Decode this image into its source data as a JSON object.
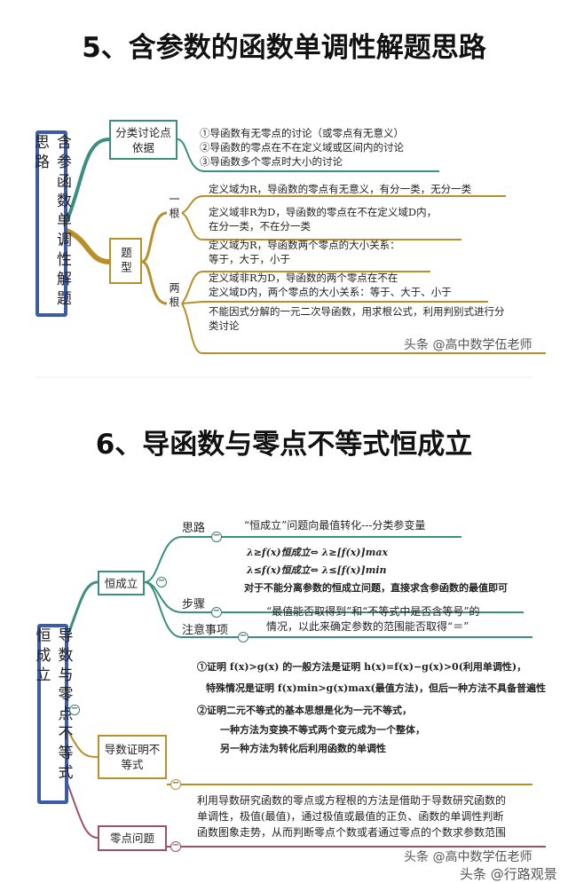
{
  "section1": {
    "title": "5、含参数的函数单调性解题思路",
    "root": "含参函数单调性解题思路",
    "branch_a": {
      "label": "分类讨论点依据",
      "items": [
        "①导函数有无零点的讨论（或零点有无意义）",
        "②导函数的零点在不在定义域或区间内的讨论",
        "③导函数多个零点时大小的讨论"
      ]
    },
    "branch_b": {
      "label": "题型",
      "sub1": "一根",
      "sub2": "两根",
      "items": [
        "定义域为R，导函数的零点有无意义，有分一类，无分一类",
        "定义域非R为D，导函数的零点在不在定义域D内，",
        "在分一类，不在分一类",
        "定义域为R，导函数两个零点的大小关系：",
        "等于，大于，小于",
        "定义域非R为D，导函数的两个零点在不在",
        "定义域D内，两个零点的大小关系：等于、大于、小于",
        "不能因式分解的一元二次导函数，用求根公式，利用判别式进行分",
        "类讨论"
      ]
    },
    "watermark": "头条 @高中数学伍老师"
  },
  "section2": {
    "title": "6、导函数与零点不等式恒成立",
    "root": "导数与零点不等式恒成立",
    "branch_a": {
      "label": "恒成立",
      "sub1": "思路",
      "sub1_text": "“恒成立”问题向最值转化---分类参变量",
      "formula1": "λ≥f(x)恒成立⇔ λ≥[f(x)]max",
      "formula2": "λ≤f(x)恒成立⇔ λ≤[f(x)]min",
      "sub2": "步骤",
      "sub2_text": "对于不能分离参数的恒成立问题，直接求含参函数的最值即可",
      "sub3": "注意事项",
      "sub3_text1": "“最值能否取得到”和“不等式中是否含等号”的",
      "sub3_text2": "情况，以此来确定参数的范围能否取得“＝”"
    },
    "branch_b": {
      "label": "导数证明不等式",
      "items": [
        "①证明 f(x)>g(x) 的一般方法是证明 h(x)=f(x)−g(x)>0(利用单调性)，",
        "特殊情况是证明 f(x)min>g(x)max(最值方法)，但后一种方法不具备普遍性",
        "②证明二元不等式的基本思想是化为一元不等式，",
        "一种方法为变换不等式两个变元成为一个整体，",
        "另一种方法为转化后利用函数的单调性"
      ]
    },
    "branch_c": {
      "label": "零点问题",
      "items": [
        "利用导数研究函数的零点或方程根的方法是借助于导数研究函数的",
        "单调性，极值(最值)，通过极值或最值的正负、函数的单调性判断",
        "函数图象走势，从而判断零点个数或者通过零点的个数求参数范围"
      ]
    },
    "watermark1": "头条 @高中数学伍老师",
    "watermark2": "头条 @行路观景"
  },
  "colors": {
    "teal": "#3a8f80",
    "gold": "#b8902a",
    "maroon": "#a0506a",
    "blue": "#3d5ca8"
  }
}
